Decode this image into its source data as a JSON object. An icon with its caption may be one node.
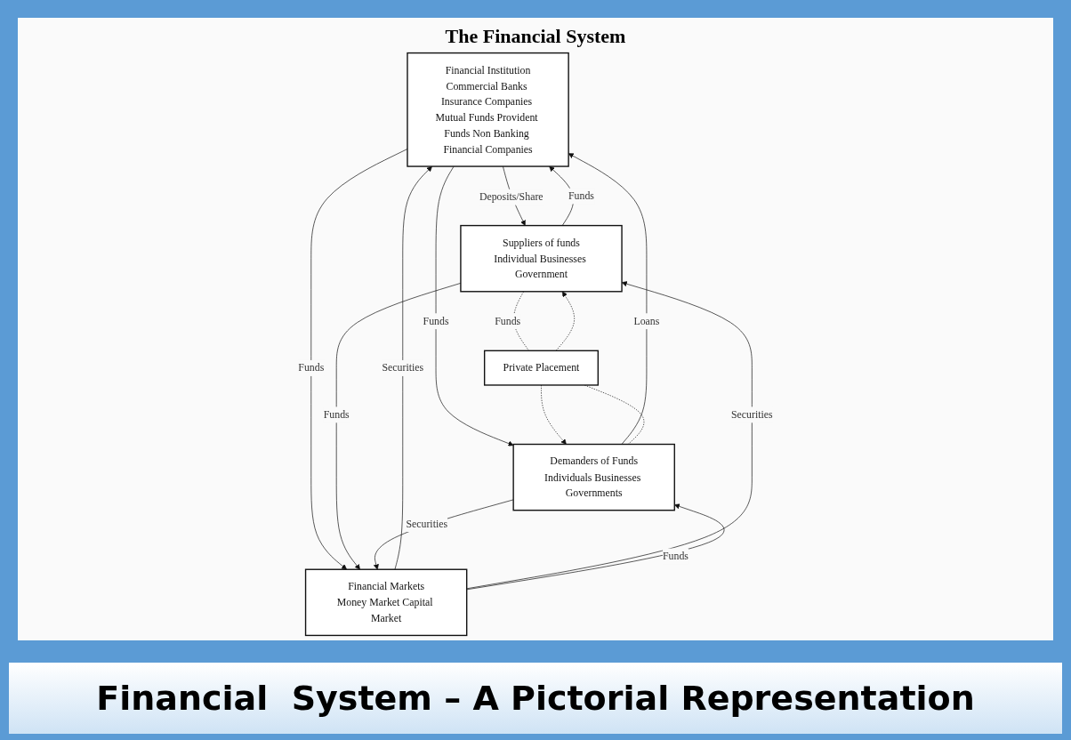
{
  "diagram": {
    "title": "The Financial System",
    "caption": "Financial  System – A Pictorial Representation",
    "nodes": [
      {
        "text": [
          "Financial Institution",
          "Commercial Banks Insurance Companies Mutual Funds Provident Funds Non Banking Financial Companies"
        ]
      },
      {
        "text": [
          "Suppliers of funds",
          "Individual Businesses Government"
        ]
      },
      {
        "text": [
          "Private Placement"
        ]
      },
      {
        "text": [
          "Demanders of Funds",
          "Individuals Businesses Governments"
        ]
      },
      {
        "text": [
          "Financial Markets",
          "Money Market Capital Market"
        ]
      }
    ],
    "edges": [
      {
        "from": 1,
        "to": 0,
        "arrow": "to",
        "label": "Funds"
      },
      {
        "from": 0,
        "to": 1,
        "arrow": "to",
        "label": "Deposits/Share"
      },
      {
        "from": 0,
        "to": 3,
        "arrow": "to",
        "label": "Funds"
      },
      {
        "from": 3,
        "to": 0,
        "arrow": "to",
        "label": "Loans"
      },
      {
        "from": 0,
        "to": 4,
        "arrow": "to",
        "label": "Funds"
      },
      {
        "from": 4,
        "to": 0,
        "arrow": "to",
        "label": "Securities"
      },
      {
        "from": 1,
        "to": 2,
        "arrow": "none",
        "style": "dashed",
        "label": "Funds"
      },
      {
        "from": 2,
        "to": 3,
        "arrow": "to",
        "style": "dashed"
      },
      {
        "from": 3,
        "to": 2,
        "arrow": "none",
        "style": "dashed"
      },
      {
        "from": 2,
        "to": 1,
        "arrow": "to",
        "style": "dashed"
      },
      {
        "from": 1,
        "to": 4,
        "arrow": "to",
        "label": "Funds"
      },
      {
        "from": 4,
        "to": 1,
        "arrow": "to",
        "label": "Securities"
      },
      {
        "from": 4,
        "to": 3,
        "arrow": "to",
        "label": "Funds"
      },
      {
        "from": 3,
        "to": 4,
        "arrow": "to",
        "label": "Securities"
      }
    ]
  }
}
